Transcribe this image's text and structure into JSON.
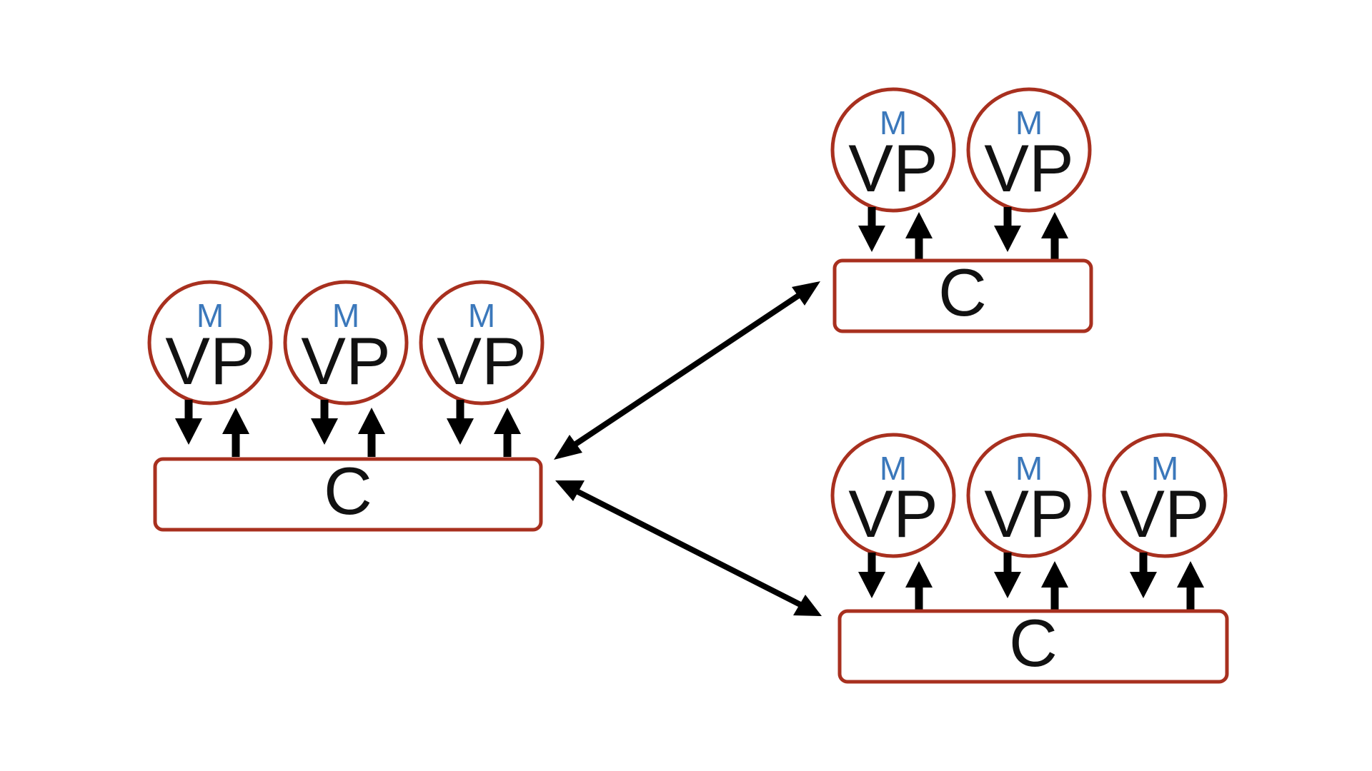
{
  "colors": {
    "node_border": "#a8301f",
    "m_text": "#3b78bb",
    "text": "#111111",
    "arrow": "#000000",
    "background": "#ffffff"
  },
  "groups": [
    {
      "id": "left",
      "controller": "C",
      "nodes": [
        {
          "top": "M",
          "bottom": "VP"
        },
        {
          "top": "M",
          "bottom": "VP"
        },
        {
          "top": "M",
          "bottom": "VP"
        }
      ]
    },
    {
      "id": "top-right",
      "controller": "C",
      "nodes": [
        {
          "top": "M",
          "bottom": "VP"
        },
        {
          "top": "M",
          "bottom": "VP"
        }
      ]
    },
    {
      "id": "bottom-right",
      "controller": "C",
      "nodes": [
        {
          "top": "M",
          "bottom": "VP"
        },
        {
          "top": "M",
          "bottom": "VP"
        },
        {
          "top": "M",
          "bottom": "VP"
        }
      ]
    }
  ],
  "links": [
    {
      "from": "left",
      "to": "top-right",
      "direction": "bidirectional"
    },
    {
      "from": "left",
      "to": "bottom-right",
      "direction": "bidirectional"
    }
  ]
}
